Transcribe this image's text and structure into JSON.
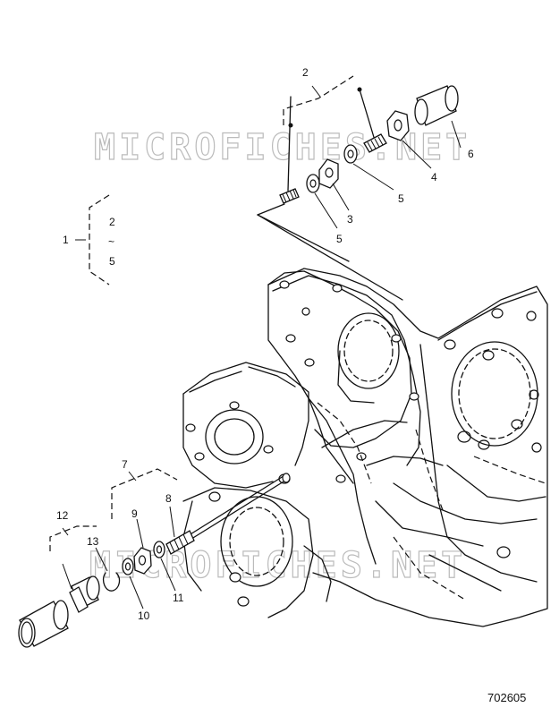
{
  "watermarks": [
    "MICROFICHES.NET",
    "MICROFICHES.NET"
  ],
  "figure_number": "702605",
  "callouts": {
    "c1": "1",
    "c1_range_start": "2",
    "c1_range_sep": "~",
    "c1_range_end": "5",
    "c2": "2",
    "c3": "3",
    "c4": "4",
    "c5a": "5",
    "c5b": "5",
    "c6": "6",
    "c7": "7",
    "c8": "8",
    "c9": "9",
    "c10": "10",
    "c11": "11",
    "c12": "12",
    "c13": "13"
  }
}
